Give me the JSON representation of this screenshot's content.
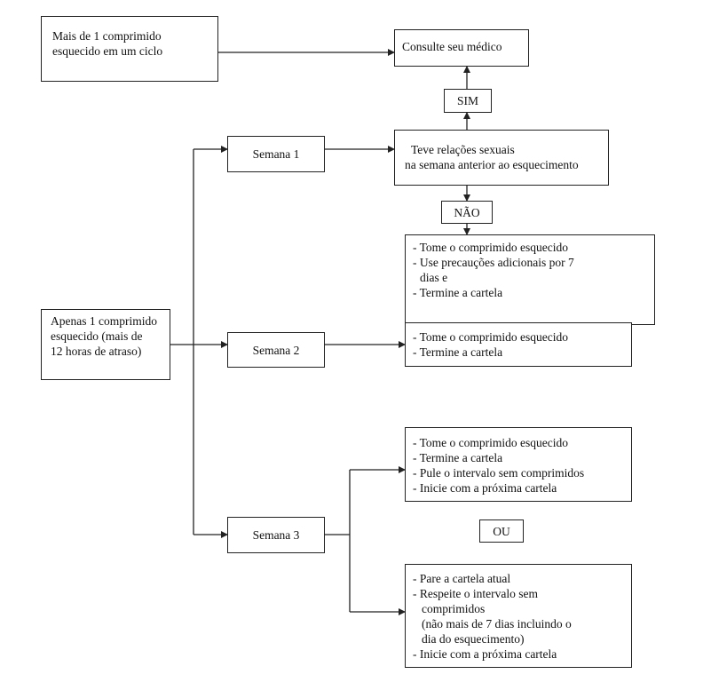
{
  "boxes": {
    "more_than_one": [
      "Mais de 1 comprimido",
      "esquecido em um ciclo"
    ],
    "consult": "Consulte seu médico",
    "sim": "SIM",
    "had_sex": [
      "Teve relações sexuais",
      "na semana anterior ao esquecimento"
    ],
    "nao": "NÃO",
    "week1_actions": [
      "- Tome o comprimido esquecido",
      "- Use precauções adicionais por 7",
      "  dias e",
      "- Termine a cartela"
    ],
    "only_one": [
      "Apenas 1 comprimido",
      "esquecido (mais de",
      "12 horas de atraso)"
    ],
    "week1": "Semana 1",
    "week2": "Semana 2",
    "week3": "Semana 3",
    "week2_actions": [
      "- Tome o comprimido esquecido",
      "- Termine a cartela"
    ],
    "week3_option_a": [
      "- Tome o comprimido esquecido",
      "- Termine a cartela",
      "- Pule o intervalo sem comprimidos",
      "- Inicie com a próxima cartela"
    ],
    "ou": "OU",
    "week3_option_b": [
      "- Pare a cartela atual",
      "- Respeite o intervalo sem",
      "  comprimidos",
      "  (não mais de 7 dias incluindo o",
      "  dia do esquecimento)",
      "- Inicie com a próxima cartela"
    ]
  },
  "colors": {
    "line": "#222222",
    "background": "#ffffff"
  }
}
